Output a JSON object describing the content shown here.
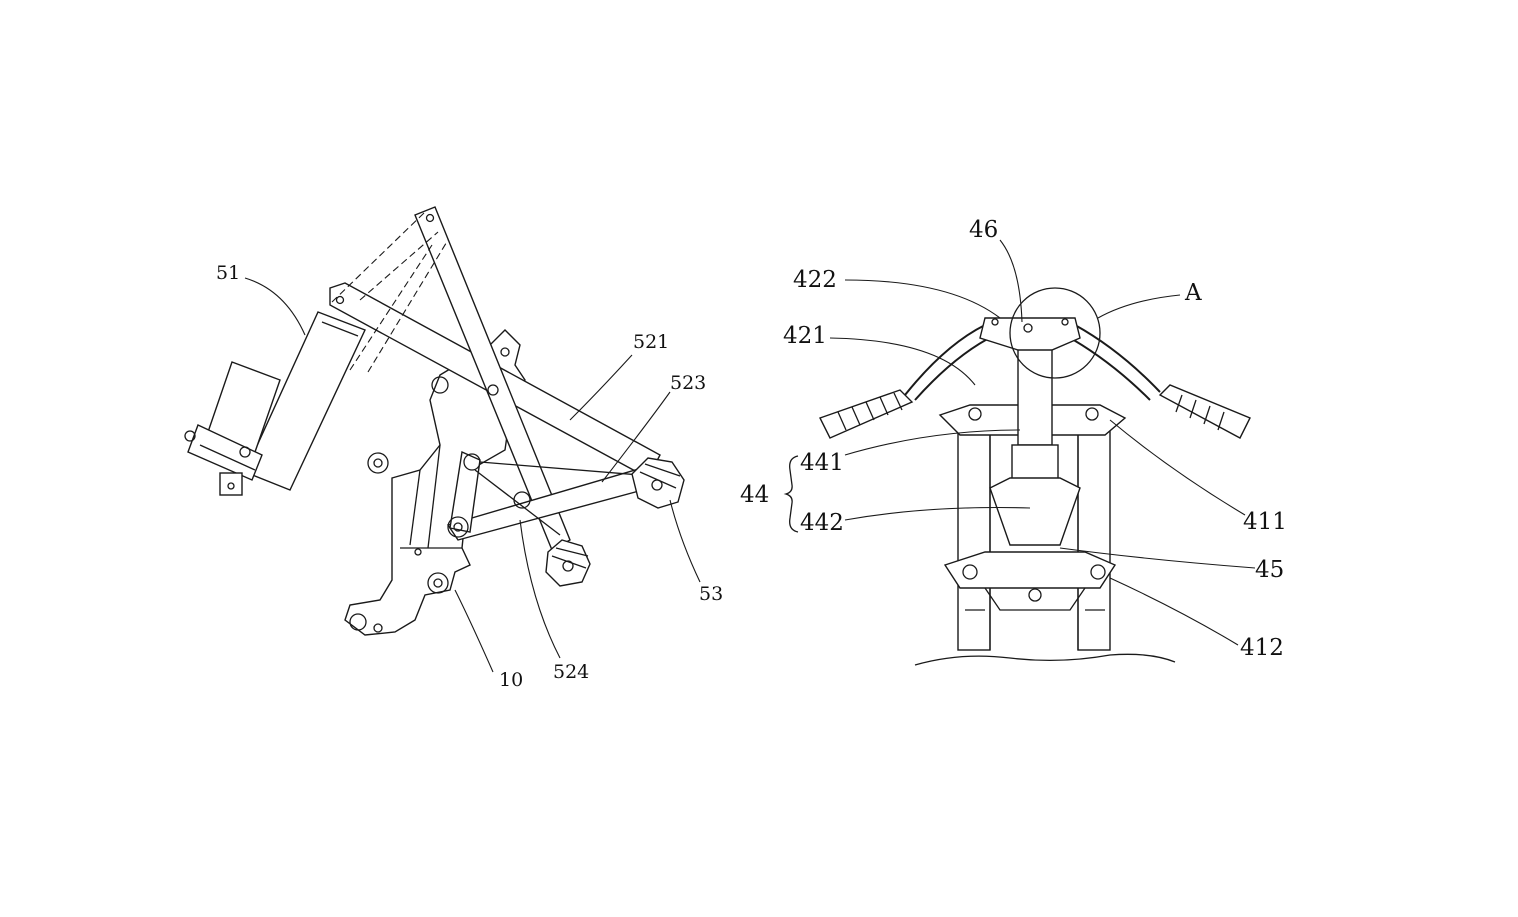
{
  "left_figure": {
    "labels": {
      "l51": "51",
      "l521": "521",
      "l523": "523",
      "l53": "53",
      "l524": "524",
      "l10": "10"
    }
  },
  "right_figure": {
    "labels": {
      "l46": "46",
      "l422": "422",
      "lA": "A",
      "l421": "421",
      "l441": "441",
      "l44": "44",
      "l442": "442",
      "l411": "411",
      "l45": "45",
      "l412": "412"
    }
  }
}
